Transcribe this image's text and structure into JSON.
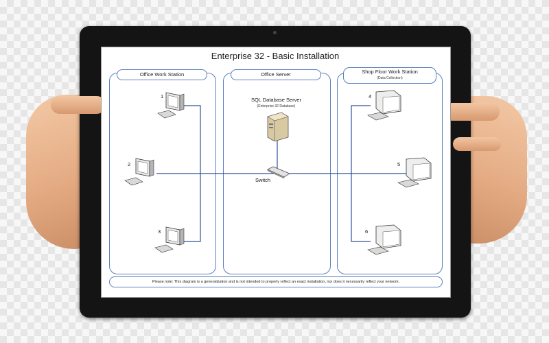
{
  "diagram": {
    "title": "Enterprise 32 - Basic Installation",
    "panels": {
      "office_ws": {
        "label": "Office Work Station"
      },
      "office_server": {
        "label": "Office Server"
      },
      "shop_floor": {
        "label": "Shop Floor Work Station",
        "sublabel": "(Data Collection)"
      }
    },
    "server": {
      "label": "SQL Database Server",
      "sublabel": "(Enterprise 32 Database)",
      "icon": "server-icon"
    },
    "switch": {
      "label": "Switch",
      "icon": "network-switch-icon"
    },
    "workstations": {
      "ws1": {
        "number": "1",
        "icon": "workstation-icon"
      },
      "ws2": {
        "number": "2",
        "icon": "workstation-icon"
      },
      "ws3": {
        "number": "3",
        "icon": "workstation-icon"
      },
      "ws4": {
        "number": "4",
        "icon": "terminal-icon"
      },
      "ws5": {
        "number": "5",
        "icon": "terminal-icon"
      },
      "ws6": {
        "number": "6",
        "icon": "terminal-icon"
      }
    },
    "note": "Please note: This diagram is a generalization and is not intended to properly reflect an exact installation, nor does it necessarily reflect your network.",
    "colors": {
      "wire": "#2f4f9a",
      "panel_border": "#5a7ebc",
      "tablet": "#141414"
    }
  }
}
